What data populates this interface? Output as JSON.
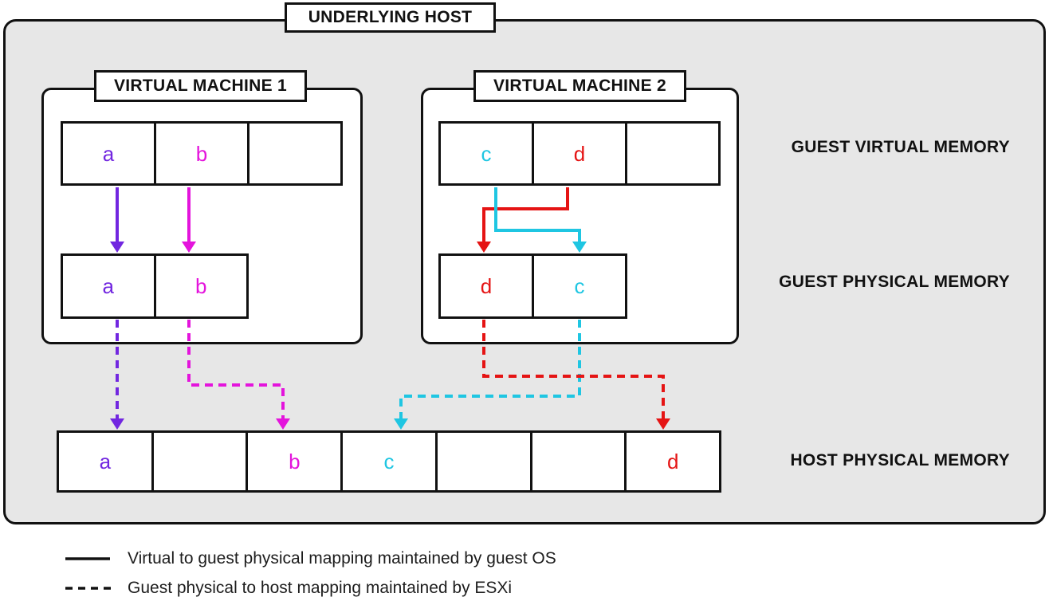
{
  "colors": {
    "purple": "#7227E0",
    "magenta": "#E414DC",
    "cyan": "#1FC6E2",
    "red": "#E51414",
    "border": "#111111",
    "host_background": "#E7E7E7"
  },
  "header": {
    "title": "UNDERLYING HOST"
  },
  "vm1": {
    "title": "VIRTUAL MACHINE 1",
    "guest_virtual_cells": [
      "a",
      "b",
      ""
    ],
    "guest_physical_cells": [
      "a",
      "b"
    ]
  },
  "vm2": {
    "title": "VIRTUAL MACHINE 2",
    "guest_virtual_cells": [
      "c",
      "d",
      ""
    ],
    "guest_physical_cells": [
      "d",
      "c"
    ]
  },
  "row_labels": {
    "guest_virtual": "GUEST VIRTUAL MEMORY",
    "guest_physical": "GUEST PHYSICAL MEMORY",
    "host_physical": "HOST PHYSICAL MEMORY"
  },
  "host_row": {
    "cells": [
      "a",
      "",
      "b",
      "c",
      "",
      "",
      "d"
    ]
  },
  "legend": [
    {
      "style": "solid",
      "label": "Virtual to guest physical mapping maintained by guest OS"
    },
    {
      "style": "dashed",
      "label": "Guest physical to host mapping maintained by ESXi"
    }
  ]
}
